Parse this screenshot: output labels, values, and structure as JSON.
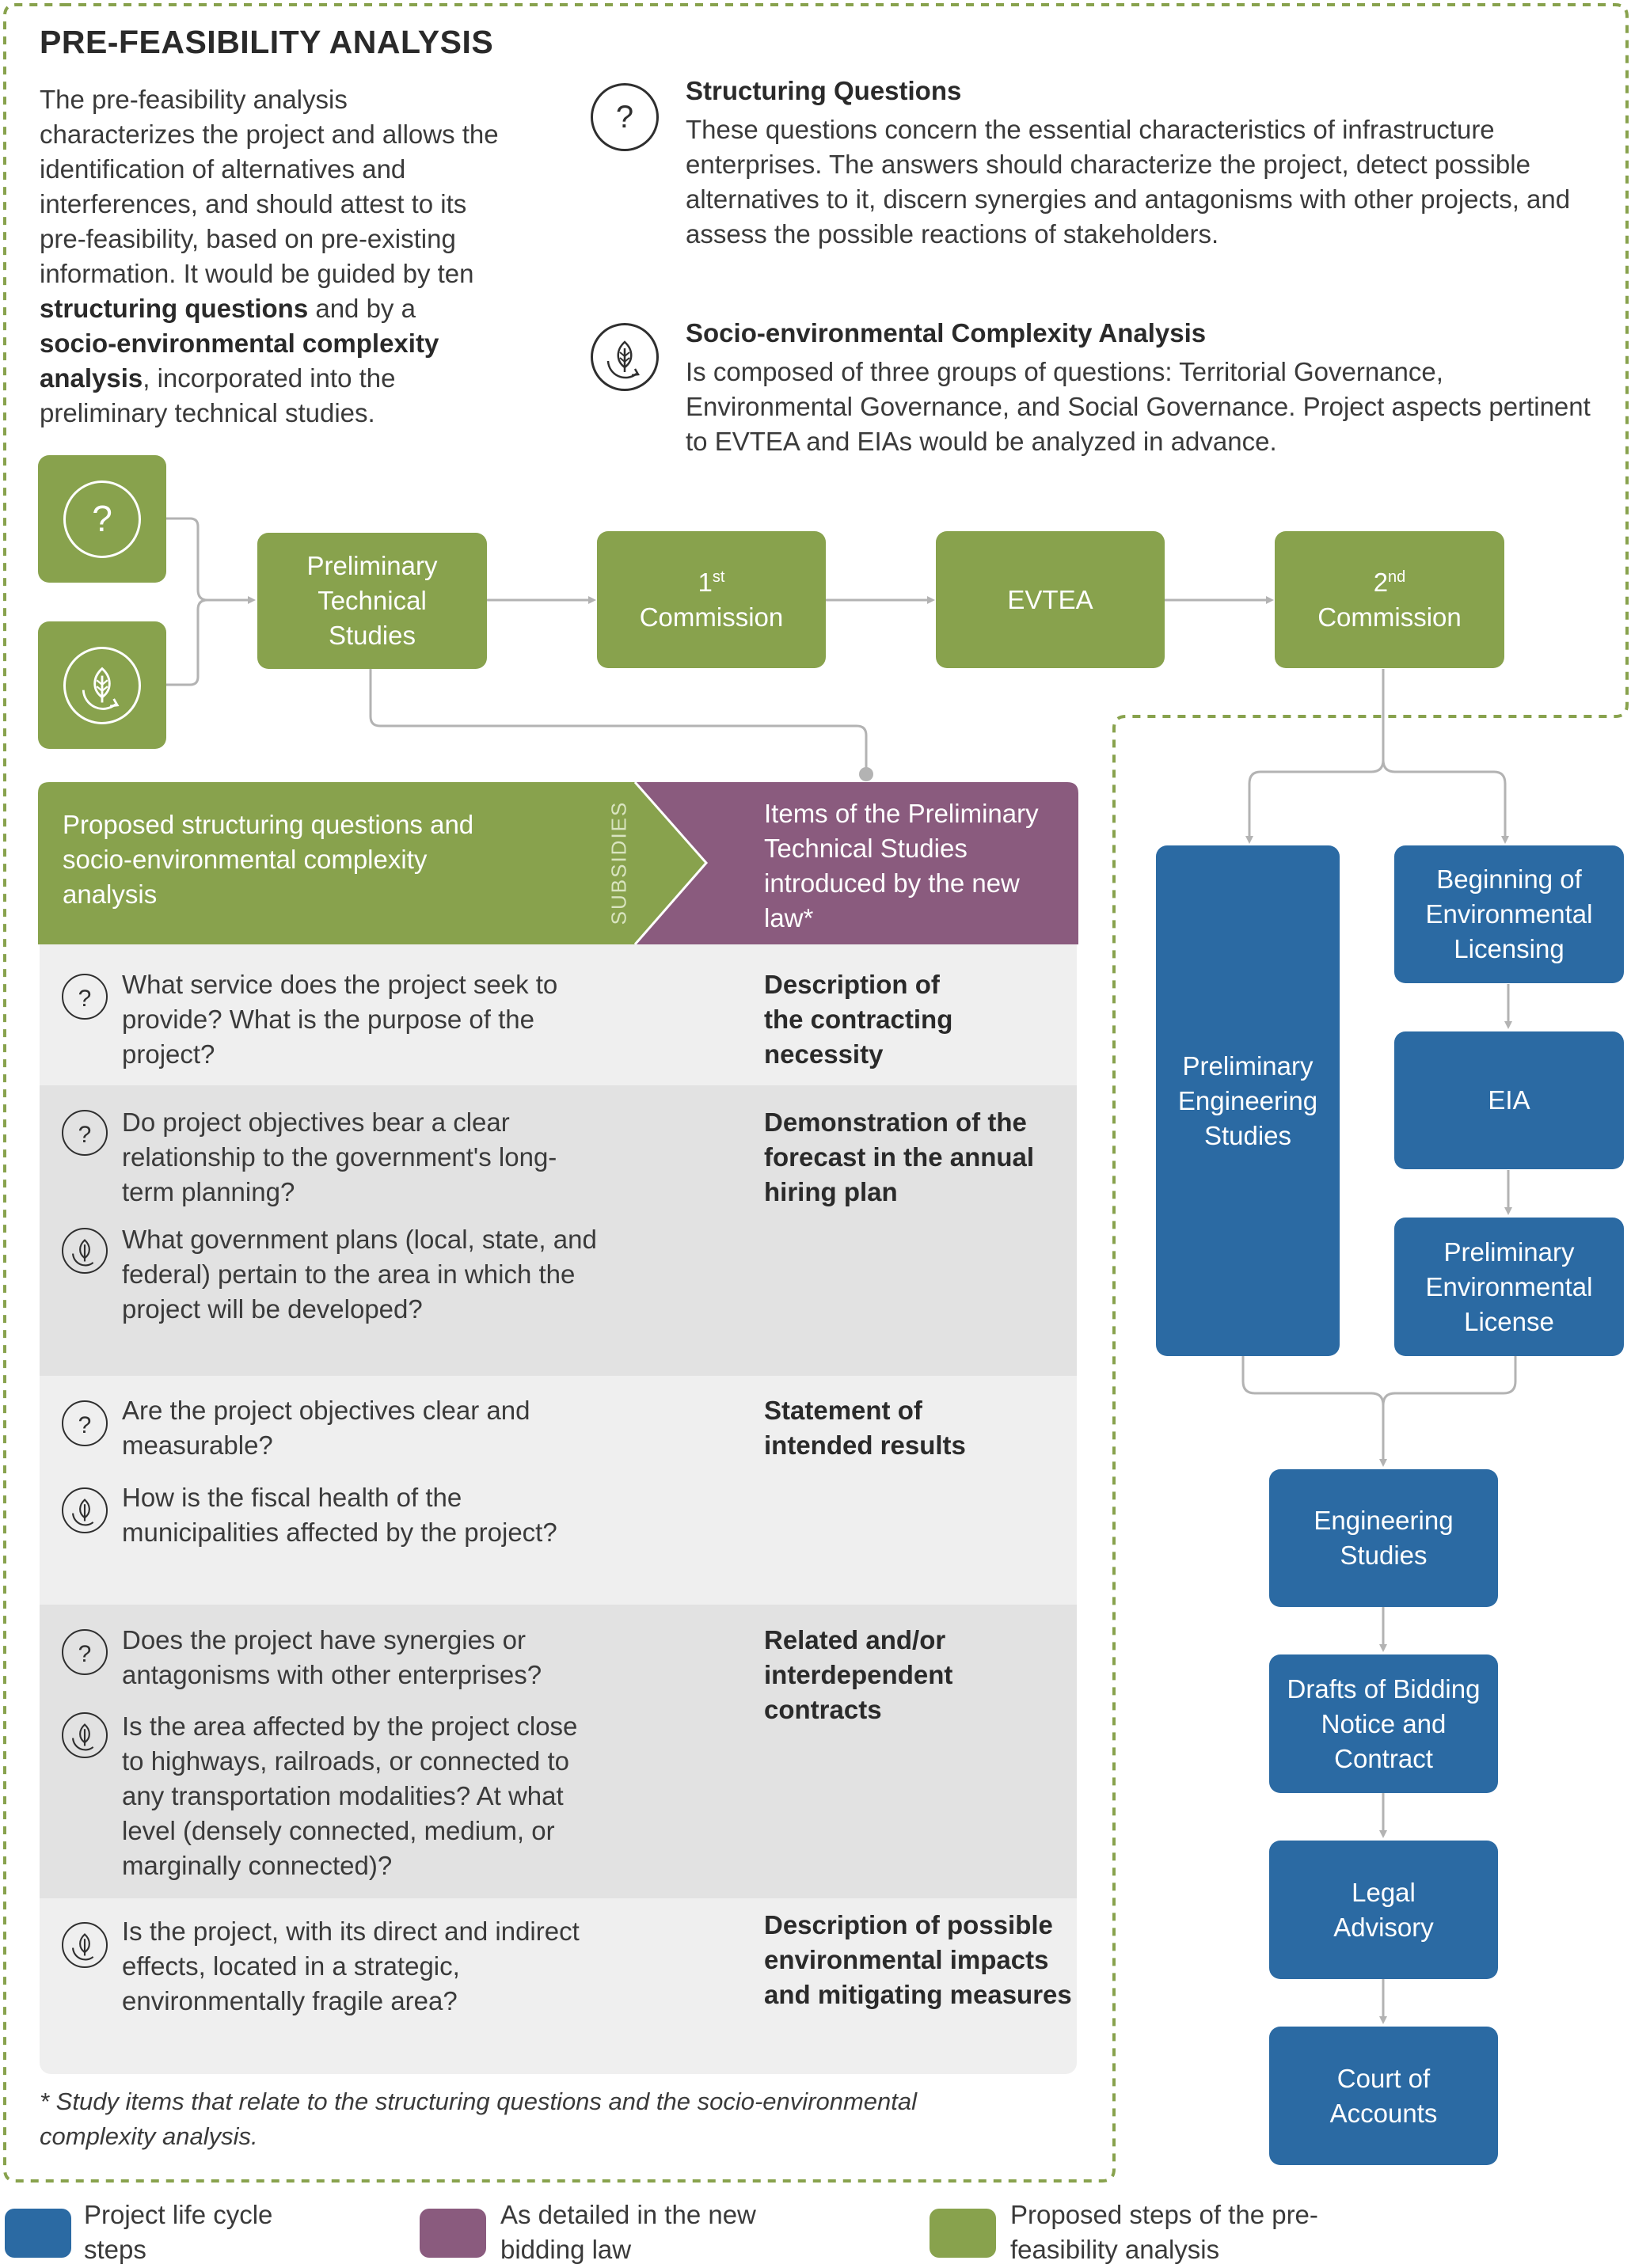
{
  "title": "PRE-FEASIBILITY ANALYSIS",
  "intro": {
    "p1": "The pre-feasibility analysis characterizes the project and allows the identification of alternatives and interferences, and should attest to its pre-feasibility, based on pre-existing information. It would be guided by ten ",
    "b1": "structuring questions",
    "p2": " and by a ",
    "b2": "socio-environmental complexity analysis",
    "p3": ", incorporated into the preliminary technical studies."
  },
  "structuring": {
    "heading": "Structuring Questions",
    "body": "These questions concern the essential characteristics of infrastructure enterprises. The answers should characterize the project, detect possible alternatives to it, discern synergies and antagonisms with other projects, and assess the possible reactions of stakeholders."
  },
  "socio": {
    "heading": "Socio-environmental Complexity Analysis",
    "body": "Is composed of three groups of questions: Territorial Governance, Environmental Governance, and Social Governance. Project aspects pertinent to EVTEA and EIAs would be analyzed in advance."
  },
  "flow": {
    "pts_l1": "Preliminary",
    "pts_l2": "Technical",
    "pts_l3": "Studies",
    "c1_num": "1",
    "c1_sup": "st",
    "c1_label": "Commission",
    "evtea": "EVTEA",
    "c2_num": "2",
    "c2_sup": "nd",
    "c2_label": "Commission"
  },
  "right_flow": {
    "pes_l1": "Preliminary",
    "pes_l2": "Engineering",
    "pes_l3": "Studies",
    "bel_l1": "Beginning of",
    "bel_l2": "Environmental",
    "bel_l3": "Licensing",
    "eia": "EIA",
    "pel_l1": "Preliminary",
    "pel_l2": "Environmental",
    "pel_l3": "License",
    "es_l1": "Engineering",
    "es_l2": "Studies",
    "db_l1": "Drafts of Bidding",
    "db_l2": "Notice and",
    "db_l3": "Contract",
    "la_l1": "Legal",
    "la_l2": "Advisory",
    "ca_l1": "Court of",
    "ca_l2": "Accounts"
  },
  "table": {
    "green_header": "Proposed structuring questions and socio-environmental complexity analysis",
    "subsidies": "SUBSIDIES",
    "purple_header": "Items of the Preliminary Technical Studies introduced by the new law*",
    "rows": [
      {
        "q1": "What service does the project seek to provide? What is the purpose of the project?",
        "item": "Description of the contracting necessity"
      },
      {
        "q1": "Do project objectives bear a clear relationship to the government's long-term planning?",
        "q2": "What government plans (local, state, and federal) pertain to the area in which the project will be developed?",
        "item": "Demonstration of the forecast in the annual hiring plan"
      },
      {
        "q1": "Are the project objectives clear and measurable?",
        "q2": "How is the fiscal health of the municipalities affected by the project?",
        "item": "Statement of intended results"
      },
      {
        "q1": "Does the project have synergies or antagonisms with other enterprises?",
        "q2": "Is the area affected by the project close to highways, railroads, or connected to any transportation modalities? At what level (densely connected, medium, or marginally connected)?",
        "item": "Related and/or interdependent contracts"
      },
      {
        "q1": "Is the project, with its direct and indirect effects, located in a strategic, environmentally fragile area?",
        "item": "Description of possible environmental impacts and mitigating measures"
      }
    ]
  },
  "footnote": "* Study items that relate to the structuring questions and the socio-environmental complexity analysis.",
  "legend": {
    "blue_label": "Project life cycle steps",
    "purple_label": "As detailed in the new bidding law",
    "green_label": "Proposed steps of the pre-feasibility analysis",
    "blue_color": "#2b6aa3",
    "purple_color": "#8a5b7e",
    "green_color": "#88a24d"
  }
}
